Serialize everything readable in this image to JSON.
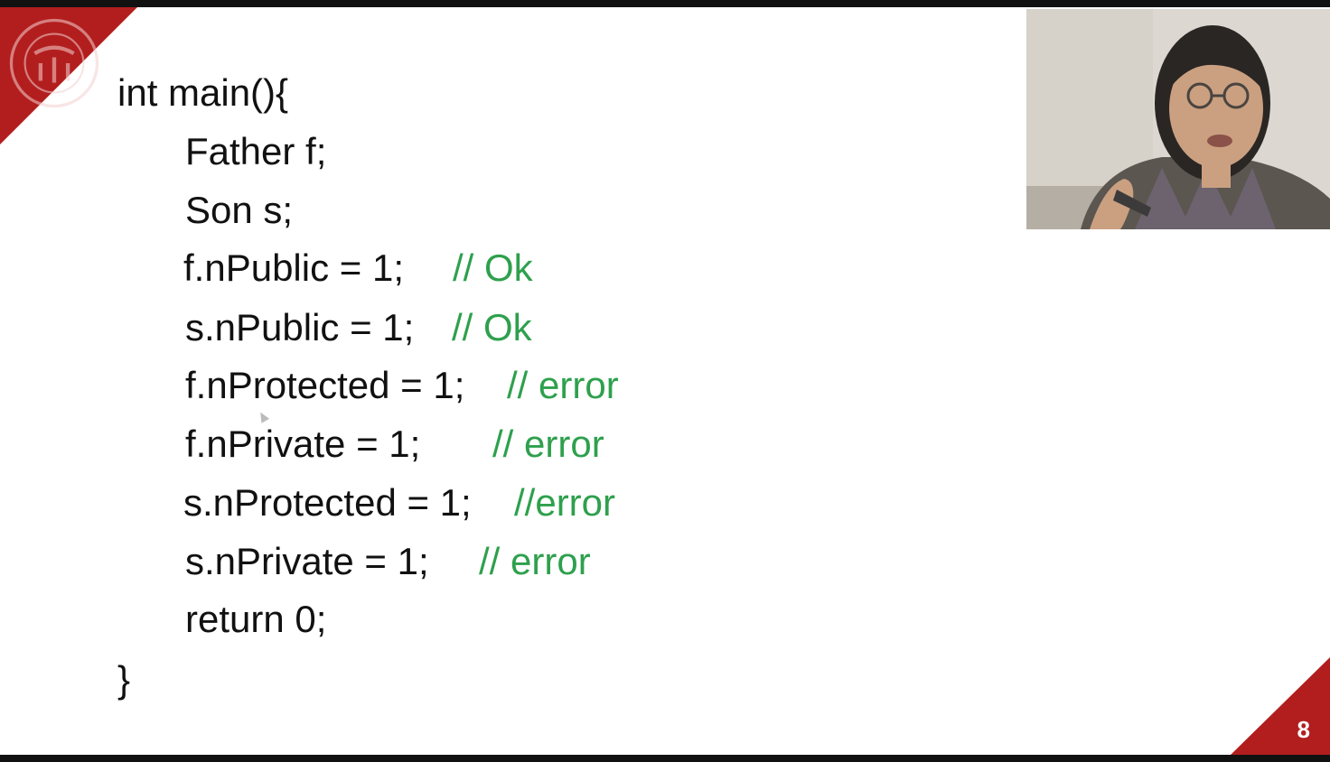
{
  "code_lines": [
    {
      "code": "int main(){",
      "comment": ""
    },
    {
      "code": "Father f;",
      "comment": ""
    },
    {
      "code": "Son s;",
      "comment": ""
    },
    {
      "code": "f.nPublic = 1;",
      "comment": "// Ok"
    },
    {
      "code": "s.nPublic = 1;",
      "comment": "// Ok"
    },
    {
      "code": "f.nProtected = 1;",
      "comment": "// error"
    },
    {
      "code": "f.nPrivate = 1;",
      "comment": "// error"
    },
    {
      "code": "s.nProtected = 1;",
      "comment": "//error"
    },
    {
      "code": "s.nPrivate = 1;",
      "comment": "// error"
    },
    {
      "code": "return 0;",
      "comment": ""
    },
    {
      "code": "}",
      "comment": ""
    }
  ],
  "page_number": "8",
  "colors": {
    "accent": "#b21e1e",
    "comment": "#2ea04d",
    "text": "#111111"
  },
  "icons": {
    "logo": "university-seal-icon",
    "cursor": "mouse-pointer-icon"
  }
}
